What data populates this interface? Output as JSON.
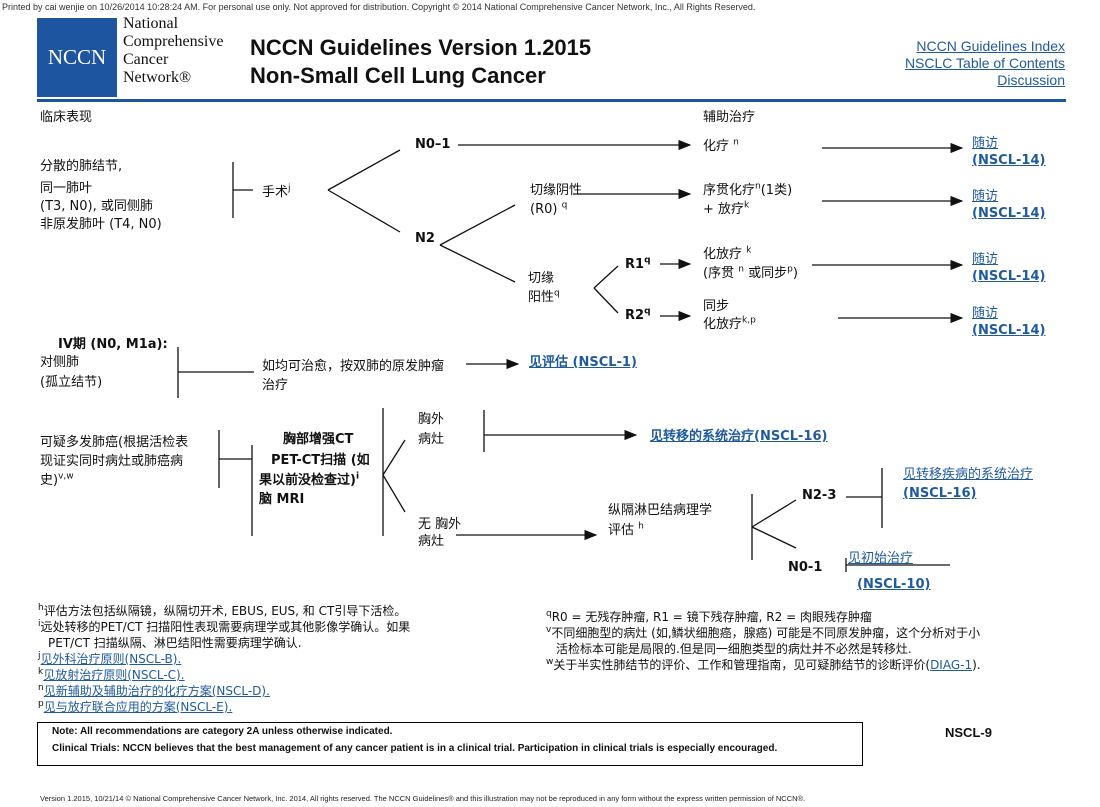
{
  "header": {
    "printed_line": "Printed by cai wenjie on 10/26/2014 10:28:24 AM. For personal use only. Not approved for distribution. Copyright © 2014 National Comprehensive Cancer Network, Inc., All Rights Reserved.",
    "logo_text": "NCCN",
    "org_lines": [
      "National",
      "Comprehensive",
      "Cancer",
      "Network®"
    ],
    "title_line1": "NCCN Guidelines Version 1.2015",
    "title_line2": "Non-Small Cell Lung Cancer",
    "links": [
      "NCCN Guidelines Index",
      "NSCLC Table of Contents",
      "Discussion"
    ]
  },
  "sections": {
    "clinical": "临床表现",
    "adjuvant": "辅助治疗"
  },
  "row1": {
    "presentation": [
      "分散的肺结节,",
      "同一肺叶",
      "(T3, N0), 或同侧肺",
      "非原发肺叶 (T4, N0)"
    ],
    "surgery": "手术",
    "surgery_sup": "j",
    "n01": "N0–1",
    "n2": "N2",
    "chemo": "化疗",
    "chemo_sup": "n",
    "neg_margin": [
      "切缘阴性",
      "(R0)"
    ],
    "neg_sup": "q",
    "seq_chemo": "序贯化疗",
    "seq_sup1": "n",
    "seq_cat": "(1类)",
    "plus_rt": "+ 放疗",
    "plus_rt_sup": "k",
    "pos_margin": [
      "切缘",
      "阳性"
    ],
    "pos_sup": "q",
    "r1": "R1",
    "r1_sup": "q",
    "r2": "R2",
    "r2_sup": "q",
    "chemo_rt": "化放疗",
    "chemo_rt_sup": "k",
    "chemo_rt2": "(序贯",
    "chemo_rt2_sup": "n",
    "chemo_rt3": "或同步",
    "chemo_rt3_sup": "p",
    "chemo_rt4": ")",
    "sync": "同步",
    "sync2": "化放疗",
    "sync_sup": "k,p",
    "follow_label": "随访",
    "follow_ref": "(NSCL-14)"
  },
  "row2": {
    "stage": "IV期 (N0, M1a):",
    "contra": "对侧肺",
    "solitary": "(孤立结节)",
    "treat": [
      "如均可治愈，按双肺的原发肿瘤",
      "治疗"
    ],
    "see_eval": "见评估 (NSCL-1)"
  },
  "row3": {
    "suspected": [
      "可疑多发肺癌(根据活检表",
      "现证实同时病灶或肺癌病",
      "史)"
    ],
    "suspected_sup": "v,w",
    "workup": [
      "胸部增强CT",
      "PET-CT扫描 (如",
      "果以前没检查过)",
      "脑 MRI"
    ],
    "workup_sup": "i",
    "extra": [
      "胸外",
      "病灶"
    ],
    "no_extra": [
      "无 胸外",
      "病灶"
    ],
    "see_meta": "见转移的系统治疗(NSCL-16)",
    "mediast": [
      "纵隔淋巴结病理学",
      "评估"
    ],
    "mediast_sup": "h",
    "n23": "N2-3",
    "n01b": "N0-1",
    "see_meta2": "见转移疾病的系统治疗",
    "see_meta2_ref": "(NSCL-16)",
    "see_init": "见初始治疗",
    "see_init_ref": "(NSCL-10)"
  },
  "footnotes_left": [
    {
      "sup": "h",
      "text": "评估方法包括纵隔镜，纵隔切开术, EBUS, EUS, 和 CT引导下活检。",
      "link": false
    },
    {
      "sup": "i",
      "text": "远处转移的PET/CT 扫描阳性表现需要病理学或其他影像学确认。如果",
      "link": false
    },
    {
      "sup": "",
      "text": "PET/CT 扫描纵隔、淋巴结阳性需要病理学确认.",
      "link": false
    },
    {
      "sup": "j",
      "text": "见外科治疗原则(NSCL-B).",
      "link": true
    },
    {
      "sup": "k",
      "text": "见放射治疗原则(NSCL-C).",
      "link": true
    },
    {
      "sup": "n",
      "text": "见新辅助及辅助治疗的化疗方案(NSCL-D).",
      "link": true
    },
    {
      "sup": "p",
      "text": "见与放疗联合应用的方案(NSCL-E).",
      "link": true
    }
  ],
  "footnotes_right": [
    {
      "sup": "q",
      "text": "R0 = 无残存肿瘤, R1 = 镜下残存肿瘤, R2 = 肉眼残存肿瘤"
    },
    {
      "sup": "v",
      "text": "不同细胞型的病灶 (如,鳞状细胞癌，腺癌) 可能是不同原发肿瘤，这个分析对于小"
    },
    {
      "sup": "",
      "text": "活检标本可能是局限的.但是同一细胞类型的病灶并不必然是转移灶."
    },
    {
      "sup": "w",
      "text": "关于半实性肺结节的评价、工作和管理指南，见可疑肺结节的诊断评价("
    }
  ],
  "diag_link": "DIAG-1",
  "diag_tail": ").",
  "page_id": "NSCL-9",
  "note_line1": "Note:  All recommendations are category 2A unless otherwise indicated.",
  "note_line2": "Clinical Trials: NCCN believes that the best management of any cancer patient is in a clinical trial. Participation in clinical trials is especially encouraged.",
  "footer": "Version 1.2015, 10/21/14 © National Comprehensive Cancer Network, Inc. 2014, All rights reserved. The NCCN Guidelines® and this illustration may not be reproduced in any form without the express written permission of NCCN®.",
  "colors": {
    "brand_blue": "#1e55a0",
    "link_blue": "#1f5a9e"
  }
}
